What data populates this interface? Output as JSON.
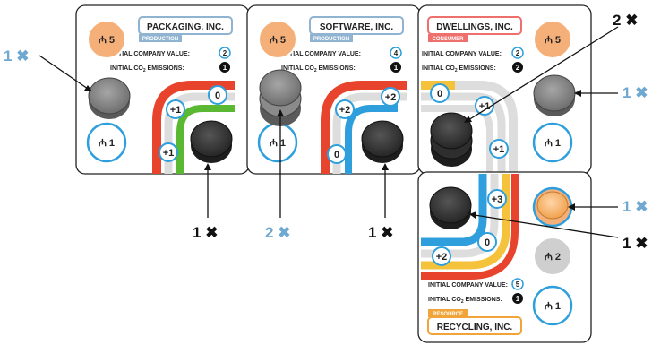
{
  "cards": [
    {
      "name": "PACKAGING, INC.",
      "type": "PRODUCTION",
      "initial_company_value_label": "INITIAL COMPANY VALUE:",
      "initial_company_value": "2",
      "initial_emissions_label": "INITIAL CO",
      "initial_emissions_label_sub": "2",
      "initial_emissions_label_end": " EMISSIONS:",
      "initial_emissions": "1",
      "top_token": "5",
      "bottom_token": "1",
      "track_bonuses": [
        "+1",
        "+1",
        "0"
      ],
      "callout": "1"
    },
    {
      "name": "SOFTWARE, INC.",
      "type": "PRODUCTION",
      "initial_company_value_label": "INITIAL COMPANY VALUE:",
      "initial_company_value": "4",
      "initial_emissions_label": "INITIAL CO",
      "initial_emissions_label_sub": "2",
      "initial_emissions_label_end": " EMISSIONS:",
      "initial_emissions": "1",
      "top_token": "5",
      "bottom_token": "1",
      "track_bonuses": [
        "+2",
        "+2",
        "0"
      ],
      "callout": "1"
    },
    {
      "name": "DWELLINGS, INC.",
      "type": "CONSUMER",
      "initial_company_value_label": "INITIAL COMPANY VALUE:",
      "initial_company_value": "2",
      "initial_emissions_label": "INITIAL CO",
      "initial_emissions_label_sub": "2",
      "initial_emissions_label_end": " EMISSIONS:",
      "initial_emissions": "2",
      "top_token": "5",
      "bottom_token": "1",
      "track_bonuses": [
        "0",
        "+1",
        "+1"
      ],
      "callout": "2"
    },
    {
      "name": "RECYCLING, INC.",
      "type": "RESOURCE",
      "initial_company_value_label": "INITIAL COMPANY VALUE:",
      "initial_company_value": "5",
      "initial_emissions_label": "INITIAL CO",
      "initial_emissions_label_sub": "2",
      "initial_emissions_label_end": " EMISSIONS:",
      "initial_emissions": "1",
      "top_token": "2",
      "bottom_token": "1",
      "track_bonuses": [
        "+3",
        "0",
        "+2"
      ],
      "callout": "1"
    }
  ],
  "callouts": {
    "packaging_side": "1",
    "software_stack": "2",
    "dwellings_side": "1",
    "recycling_side": "1"
  },
  "multiply_symbol": "✖",
  "colors": {
    "red": "#e8432d",
    "green": "#5bb833",
    "blue": "#2e9fdc",
    "yellow": "#f5c23c",
    "orange_token": "#f5b07a",
    "gray_token": "#cfcfcf",
    "callout_blue": "#6fa8d0",
    "production_tag": "#8fb3d0",
    "consumer_tag": "#ef6f6c",
    "resource_tag": "#f0a43a",
    "disc_dark": "#333333"
  }
}
